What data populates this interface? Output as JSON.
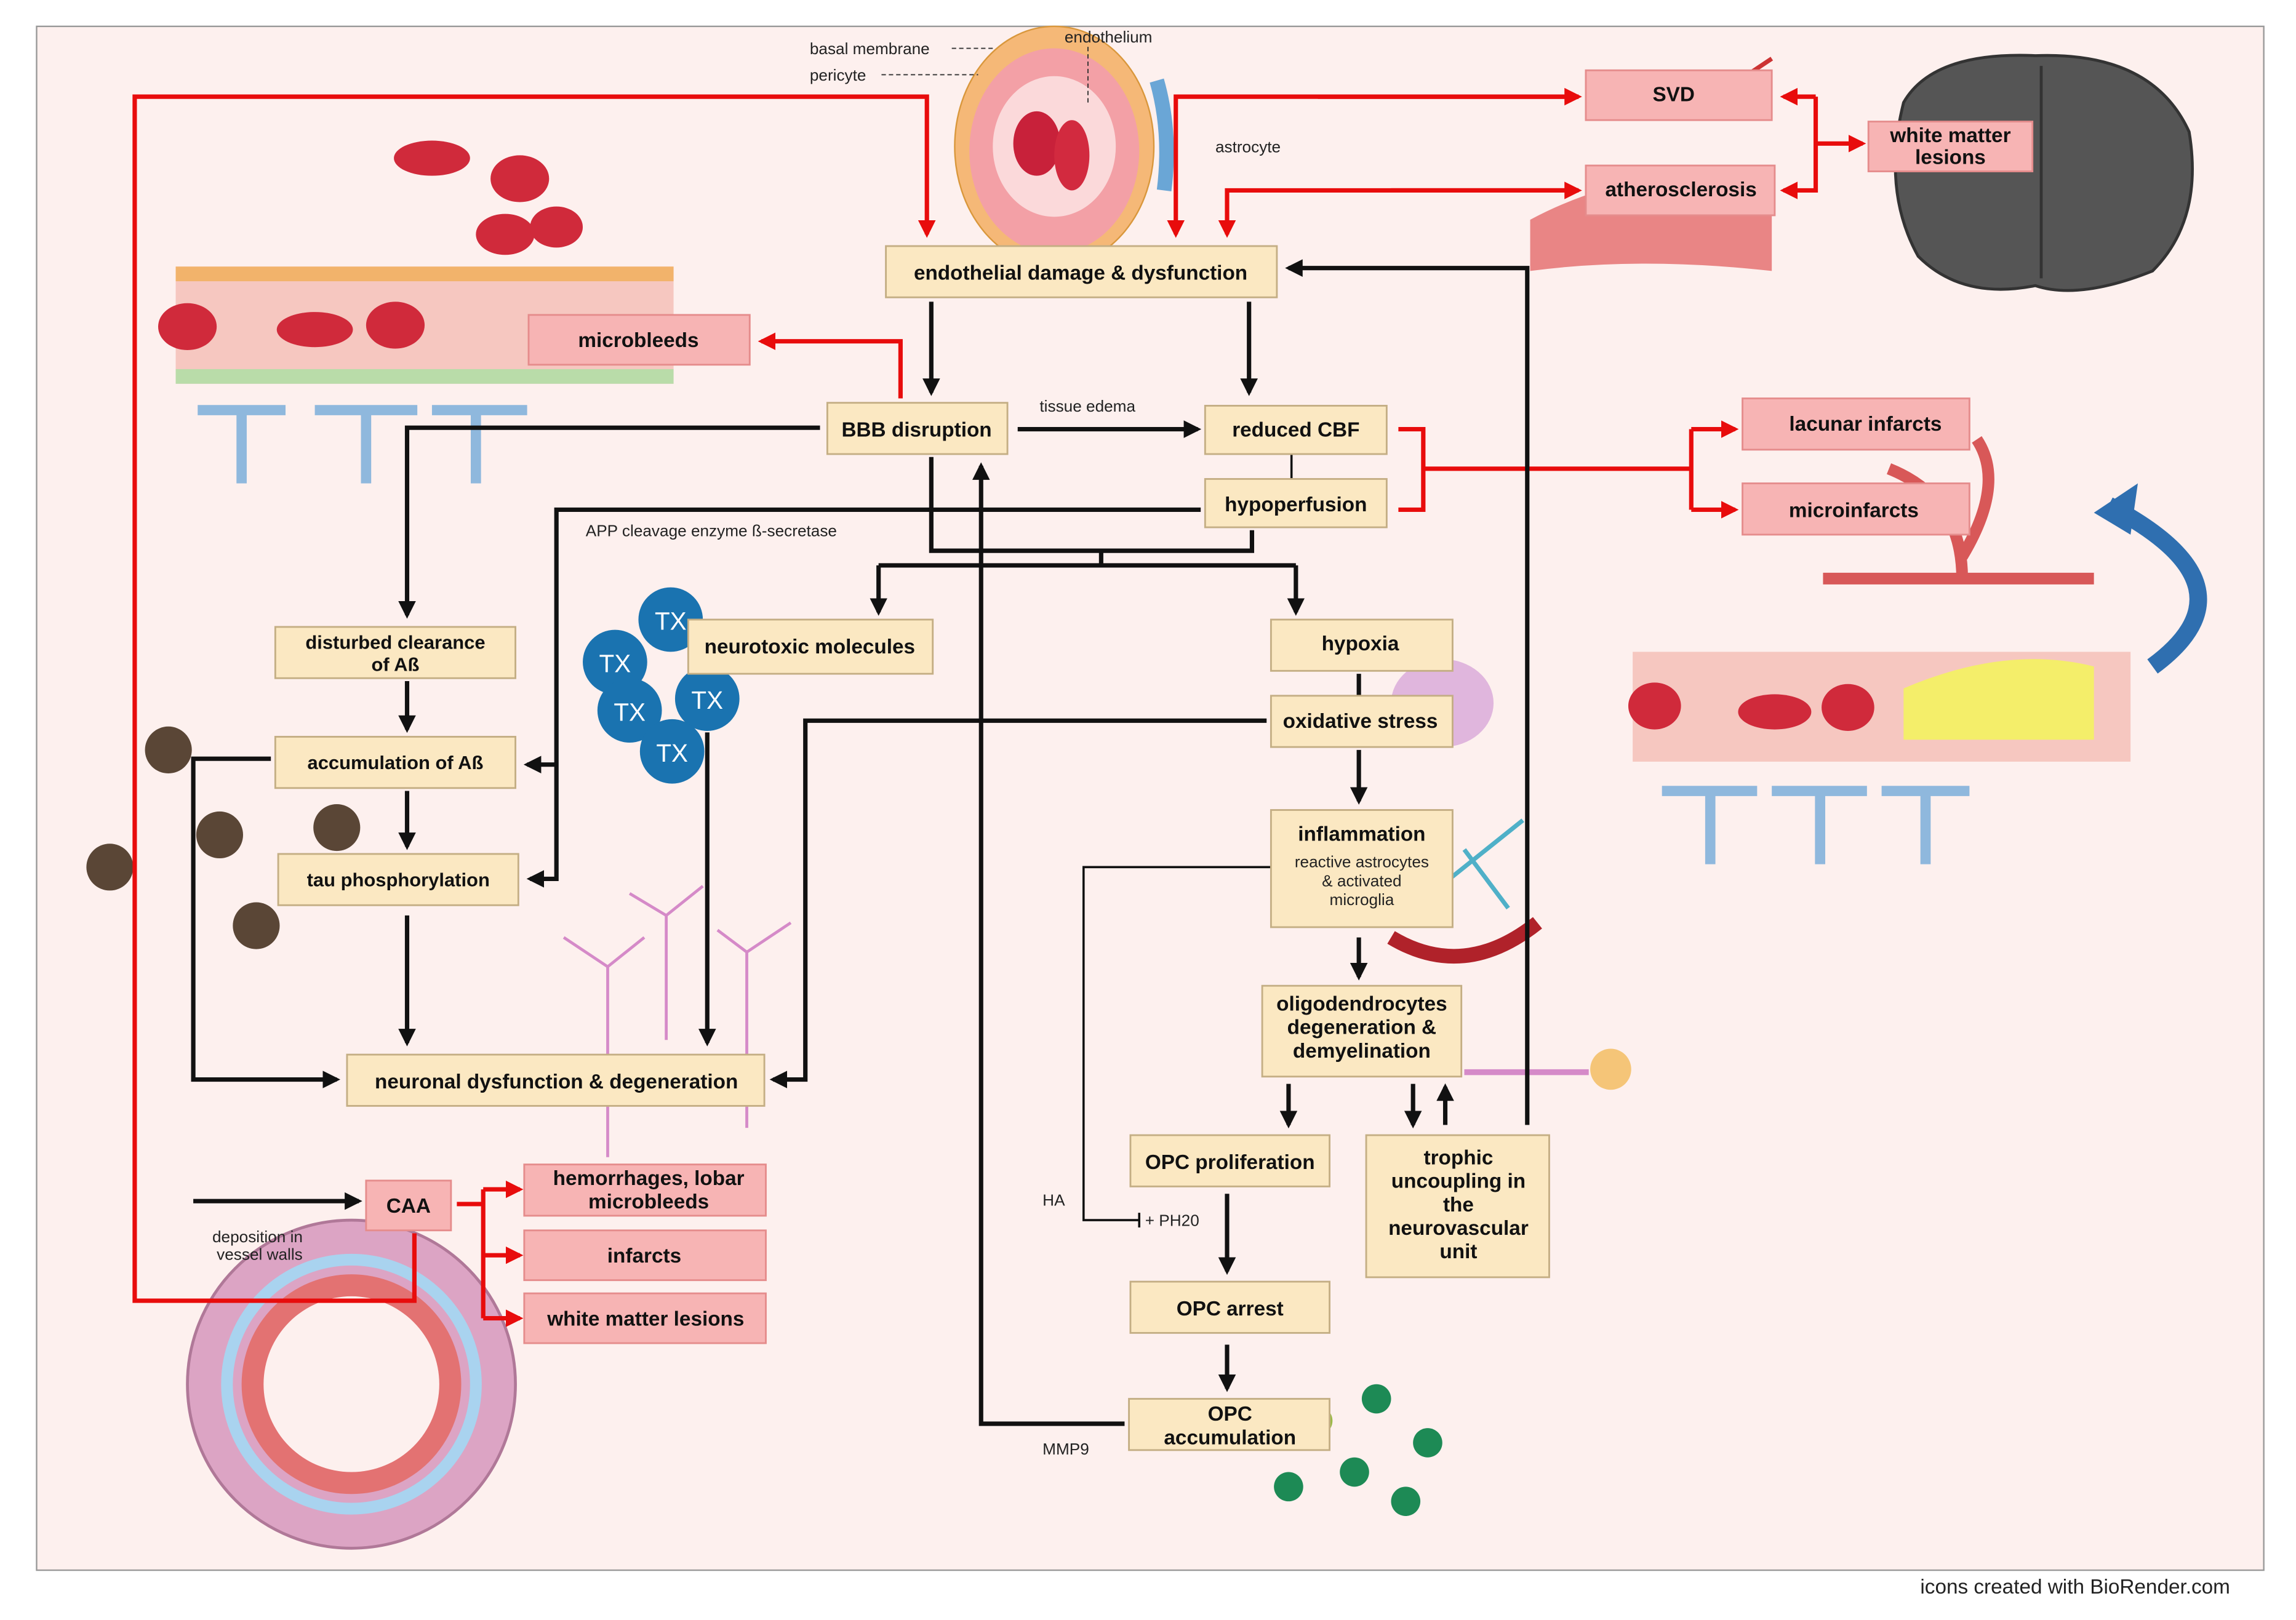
{
  "colors": {
    "background": "#fdf0ee",
    "box": "#fbe8c2",
    "pink_box": "#f7b4b4",
    "red_arrow": "#e80c0c",
    "black_arrow": "#111111"
  },
  "vessel_labels": {
    "basal_membrane": "basal membrane",
    "pericyte": "pericyte",
    "endothelium": "endothelium",
    "astrocyte": "astrocyte"
  },
  "boxes": {
    "endothelial": "endothelial damage & dysfunction",
    "bbb": "BBB disruption",
    "reduced_cbf": "reduced CBF",
    "hypoperfusion": "hypoperfusion",
    "disturbed_clearance": [
      "disturbed  clearance",
      "of Aß"
    ],
    "accumulation": "accumulation of Aß",
    "tau": "tau phosphorylation",
    "neurotoxic": "neurotoxic molecules",
    "hypoxia": "hypoxia",
    "oxidative": "oxidative stress",
    "inflammation": "inflammation",
    "inflammation_sub": [
      "reactive astrocytes",
      "& activated",
      "microglia"
    ],
    "oligo": [
      "oligodendrocytes",
      "degeneration &",
      "demyelination"
    ],
    "opc_proliferation": "OPC proliferation",
    "trophic": [
      "trophic",
      "uncoupling in",
      "the",
      "neurovascular",
      "unit"
    ],
    "opc_arrest": "OPC arrest",
    "opc_accumulation": [
      "OPC",
      "accumulation"
    ],
    "neuronal": "neuronal dysfunction & degeneration"
  },
  "pink_boxes": {
    "svd": "SVD",
    "atherosclerosis": "atherosclerosis",
    "white_matter_top": [
      "white matter",
      "lesions"
    ],
    "microbleeds": "microbleeds",
    "lacunar": "lacunar infarcts",
    "microinfarcts": "microinfarcts",
    "caa": "CAA",
    "hemorrhages": [
      "hemorrhages, lobar",
      "microbleeds"
    ],
    "infarcts": "infarcts",
    "white_matter_bottom": "white matter lesions"
  },
  "edge_labels": {
    "tissue_edema": "tissue edema",
    "app": "APP cleavage enzyme ß-secretase",
    "ha": "HA",
    "ph20": "+ PH20",
    "mmp9": "MMP9",
    "deposition": [
      "deposition  in",
      "vessel walls"
    ]
  },
  "tx_label": "TX",
  "credit": "icons created with BioRender.com"
}
